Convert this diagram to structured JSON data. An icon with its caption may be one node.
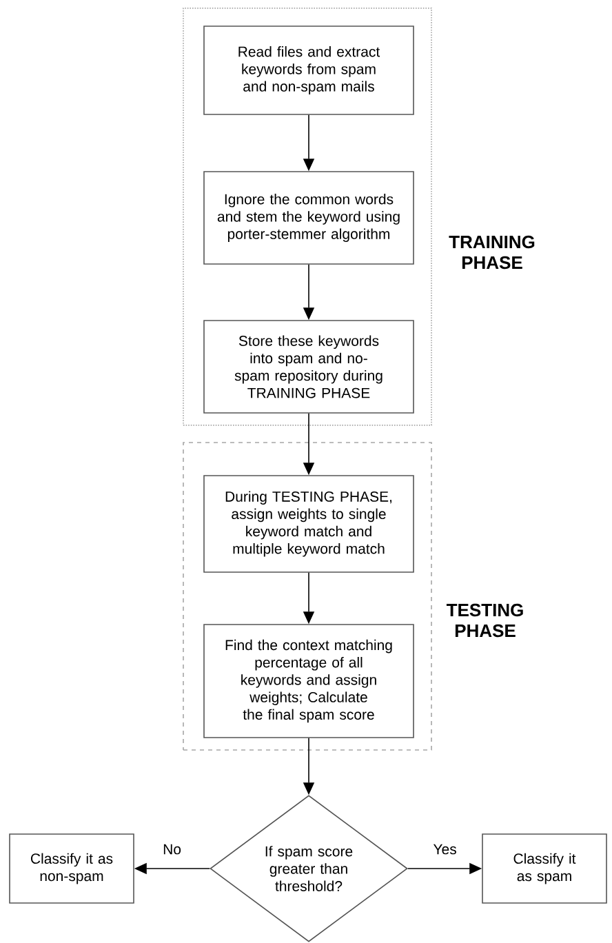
{
  "diagram": {
    "nodes": [
      {
        "text": [
          "TRAINING PHASE"
        ]
      },
      {
        "text": [
          "Read files and extract keywords from spam and non-spam mails"
        ],
        "in": 0
      },
      {
        "text": [
          "Ignore the common words and stem the keyword using porter-stemmer algorithm"
        ],
        "in": 0
      },
      {
        "text": [
          "Store these keywords into spam and no-spam repository during TRAINING PHASE"
        ],
        "in": 0
      },
      {
        "text": [
          "TESTING PHASE"
        ]
      },
      {
        "text": [
          "During TESTING PHASE, assign weights to single keyword match and multiple keyword match"
        ],
        "in": 4
      },
      {
        "text": [
          "Find the context matching percentage of all keywords and assign weights; Calculate the final spam score"
        ],
        "in": 4
      },
      {
        "text": [
          "If spam score greater than threshold?"
        ]
      },
      {
        "text": [
          "Classify it as non-spam"
        ]
      },
      {
        "text": [
          "Classify it as spam"
        ]
      }
    ],
    "edges": [
      {
        "from": 1,
        "to": 2,
        "arrow": "to"
      },
      {
        "from": 2,
        "to": 3,
        "arrow": "to"
      },
      {
        "from": 3,
        "to": 5,
        "arrow": "to"
      },
      {
        "from": 5,
        "to": 6,
        "arrow": "to"
      },
      {
        "from": 6,
        "to": 7,
        "arrow": "to"
      },
      {
        "from": 7,
        "to": 8,
        "arrow": "to",
        "label": "No"
      },
      {
        "from": 7,
        "to": 9,
        "arrow": "to",
        "label": "Yes"
      }
    ]
  }
}
